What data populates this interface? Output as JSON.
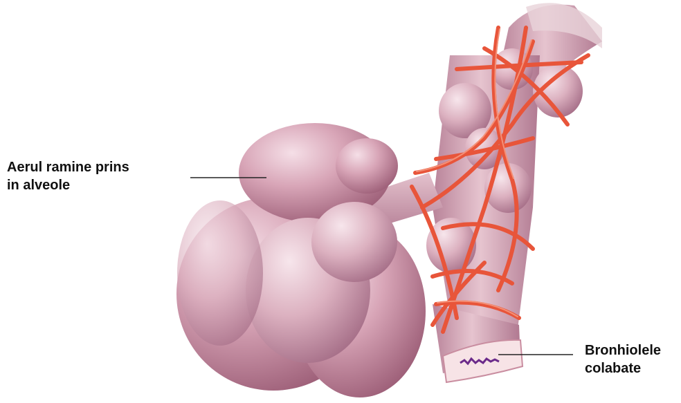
{
  "labels": {
    "trapped_air": {
      "line1": "Aerul ramine prins",
      "line2": "in alveole"
    },
    "bronchioles": {
      "line1": "Bronhiolele",
      "line2": "colabate"
    }
  },
  "colors": {
    "alveolus": "#d9a7b8",
    "alveolus_highlight": "#f3dbe3",
    "alveolus_shadow": "#a86a84",
    "capillary": "#e8553a",
    "bronchiole_lumen": "#f7e3e6",
    "mucus": "#6b2a8a",
    "leader_line": "#222222"
  }
}
